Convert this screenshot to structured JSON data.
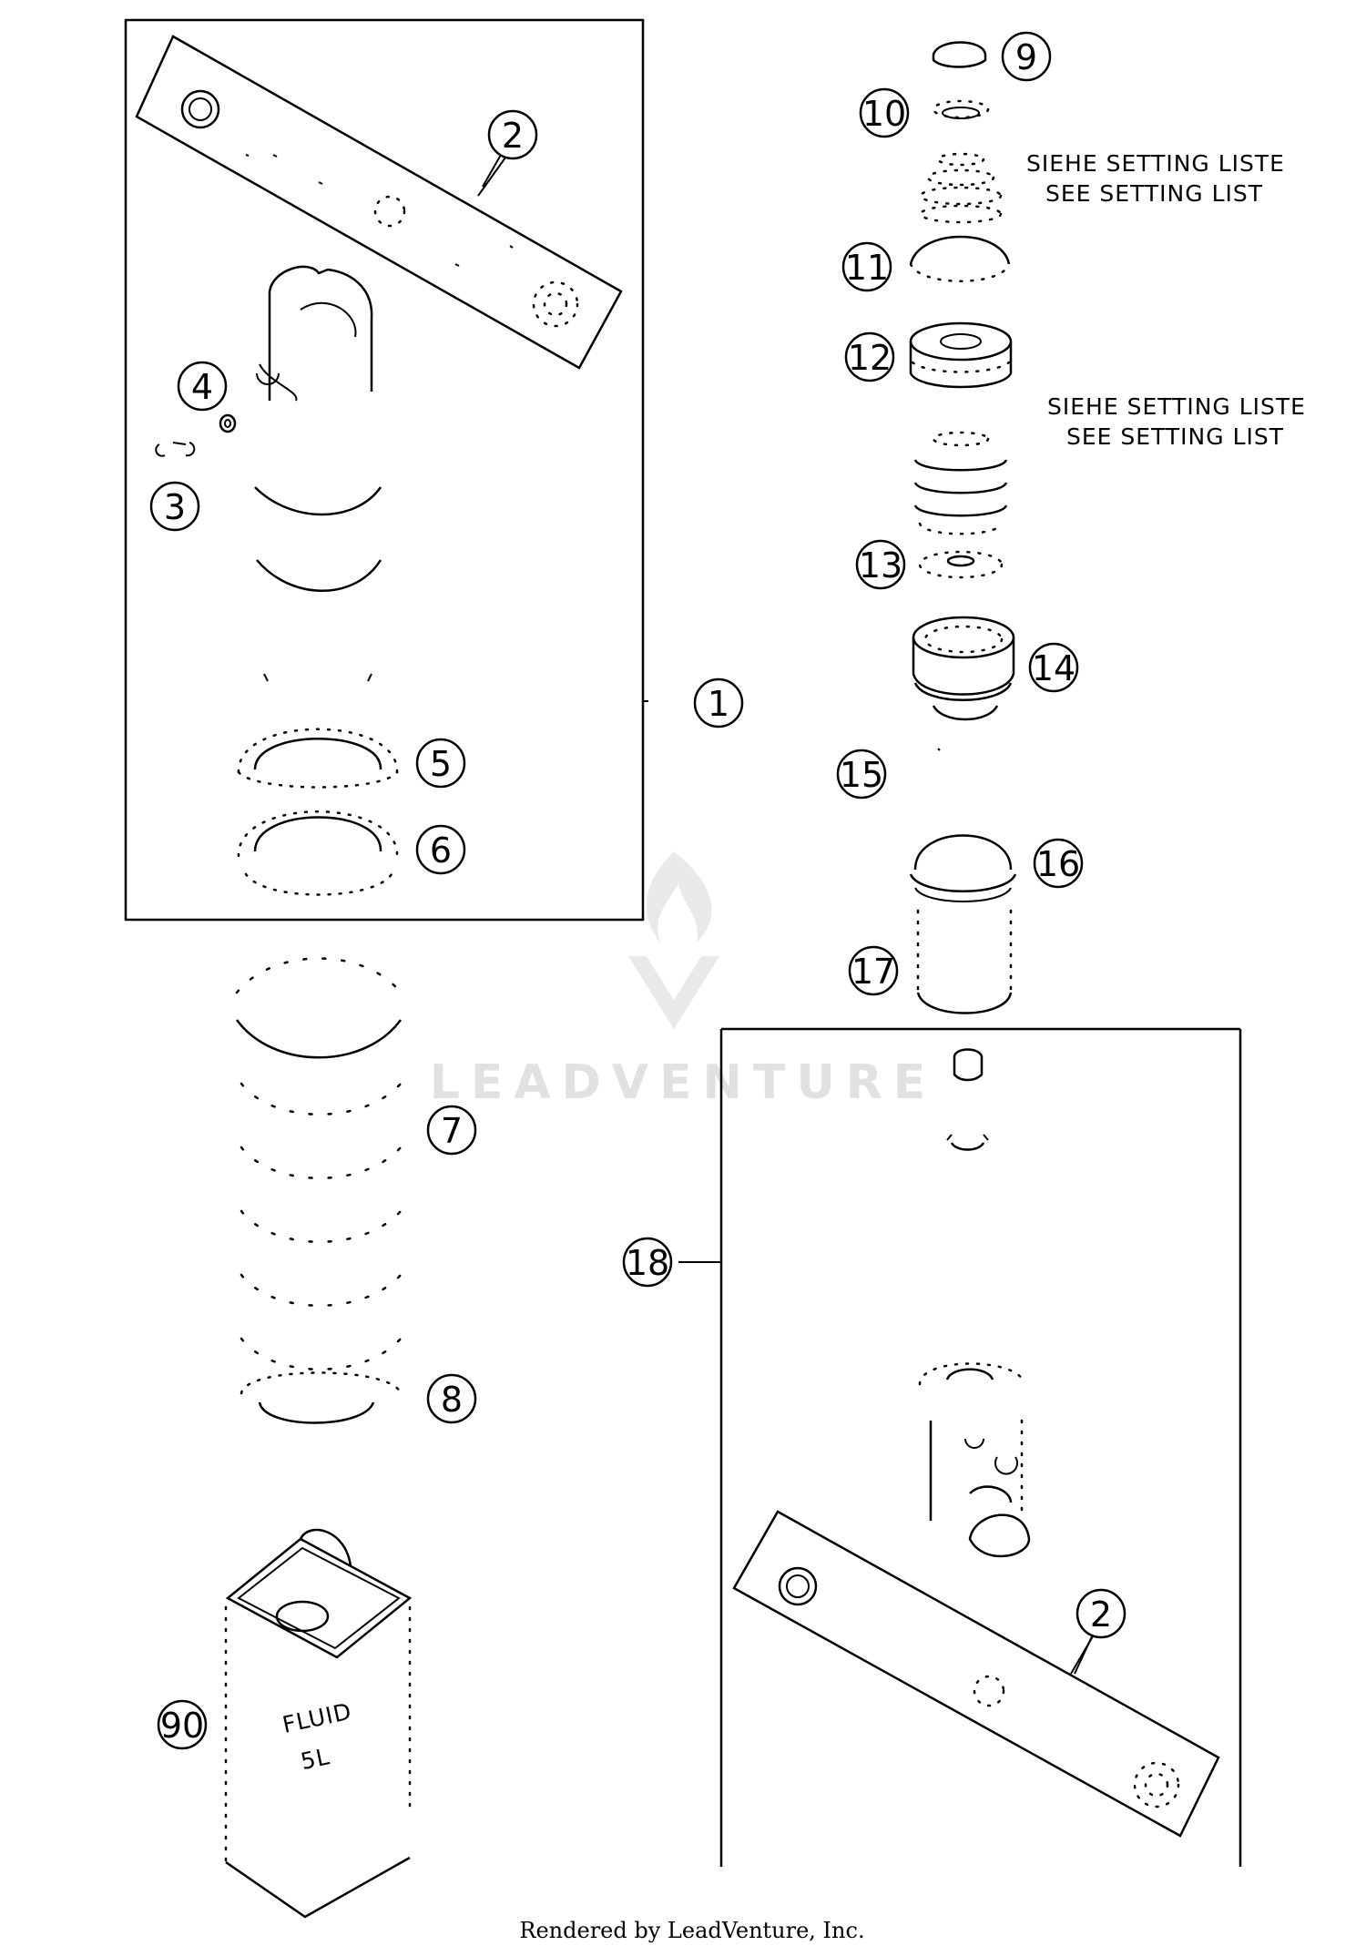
{
  "callouts": [
    {
      "id": "c1",
      "number": "1"
    },
    {
      "id": "c2a",
      "number": "2"
    },
    {
      "id": "c3",
      "number": "3"
    },
    {
      "id": "c4",
      "number": "4"
    },
    {
      "id": "c5",
      "number": "5"
    },
    {
      "id": "c6",
      "number": "6"
    },
    {
      "id": "c7",
      "number": "7"
    },
    {
      "id": "c8",
      "number": "8"
    },
    {
      "id": "c9",
      "number": "9"
    },
    {
      "id": "c10",
      "number": "10"
    },
    {
      "id": "c11",
      "number": "11"
    },
    {
      "id": "c12",
      "number": "12"
    },
    {
      "id": "c13",
      "number": "13"
    },
    {
      "id": "c14",
      "number": "14"
    },
    {
      "id": "c15",
      "number": "15"
    },
    {
      "id": "c16",
      "number": "16"
    },
    {
      "id": "c17",
      "number": "17"
    },
    {
      "id": "c18",
      "number": "18"
    },
    {
      "id": "c2b",
      "number": "2"
    },
    {
      "id": "c90",
      "number": "90"
    }
  ],
  "notes": {
    "setting_1_de": "SIEHE SETTING LISTE",
    "setting_1_en": "SEE SETTING LIST",
    "setting_2_de": "SIEHE SETTING LISTE",
    "setting_2_en": "SEE SETTING LIST"
  },
  "fluid_can": {
    "label": "FLUID",
    "volume": "5L"
  },
  "watermark": "LEADVENTURE",
  "footer": "Rendered by LeadVenture, Inc."
}
